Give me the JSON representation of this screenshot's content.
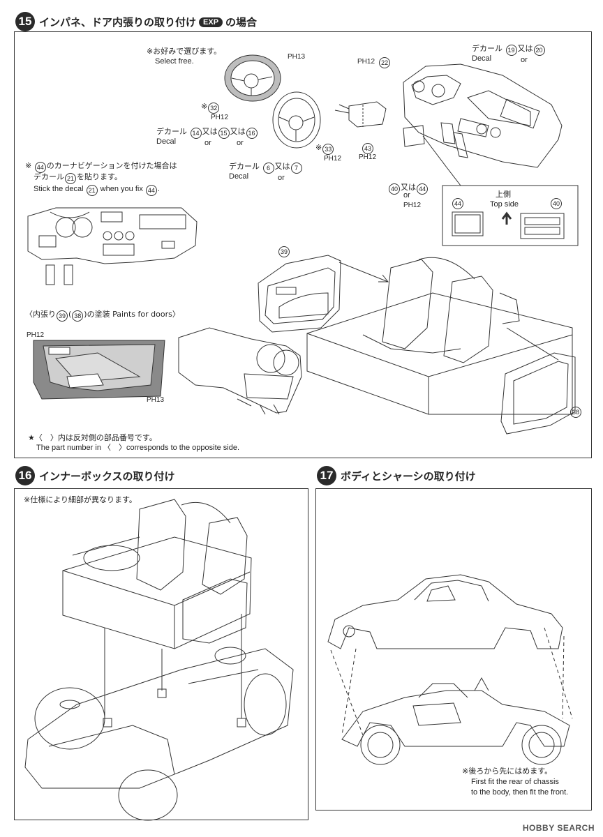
{
  "step15": {
    "number": "15",
    "title": "インパネ、ドア内張りの取り付け",
    "exp": "EXP",
    "title_suffix": "の場合",
    "labels": {
      "select_jp": "※お好みで選びます。",
      "select_en": "Select free.",
      "ph13_a": "PH13",
      "star32": "※",
      "p32": "32",
      "ph12_a": "PH12",
      "decal_jp_a": "デカール",
      "p14": "14",
      "or_jp_a": "又は",
      "p15": "15",
      "or_jp_b": "又は",
      "p16": "16",
      "decal_en_a": "Decal",
      "or_en_a": "or",
      "or_en_b": "or",
      "star33": "※",
      "p33": "33",
      "ph12_b": "PH12",
      "decal_jp_b": "デカール",
      "p6": "6",
      "or_jp_c": "又は",
      "p7": "7",
      "decal_en_b": "Decal",
      "or_en_c": "or",
      "p43": "43",
      "ph12_c": "PH12",
      "ph12_d": "PH12",
      "p22": "22",
      "decal_jp_c": "デカール",
      "p19": "19",
      "or_jp_d": "又は",
      "p20": "20",
      "decal_en_c": "Decal",
      "or_en_d": "or",
      "p40a": "40",
      "or_jp_e": "又は",
      "or_en_e": "or",
      "p44a": "44",
      "ph12_e": "PH12",
      "top_jp": "上側",
      "top_en": "Top side",
      "p44b": "44",
      "p40b": "40",
      "nav_note_mark": "※",
      "nav_p44": "44",
      "nav_jp1": "のカーナビゲーションを付けた場合は",
      "nav_jp2a": "デカール",
      "nav_p21": "21",
      "nav_jp2b": "を貼ります。",
      "nav_en_a": "Stick the decal",
      "nav_en_p21": "21",
      "nav_en_b": "when you fix",
      "nav_en_p44": "44",
      "nav_en_c": ".",
      "p39": "39",
      "p38": "38",
      "door_paint_a": "〈内張り",
      "door_p39": "39",
      "door_p38": "38",
      "door_paint_b": "の塗装 Paints for doors〉",
      "ph12_door": "PH12",
      "ph13_door": "PH13",
      "footnote_jp": "★〈　〉内は反対側の部品番号です。",
      "footnote_en": "The part number in 〈　〉corresponds to the opposite side."
    }
  },
  "step16": {
    "number": "16",
    "title": "インナーボックスの取り付け",
    "note": "※仕様により細部が異なります。"
  },
  "step17": {
    "number": "17",
    "title": "ボディとシャーシの取り付け",
    "note_jp": "※後ろから先にはめます。",
    "note_en1": "First fit the rear of chassis",
    "note_en2": "to the body, then fit the front."
  },
  "watermark": "HOBBY SEARCH"
}
